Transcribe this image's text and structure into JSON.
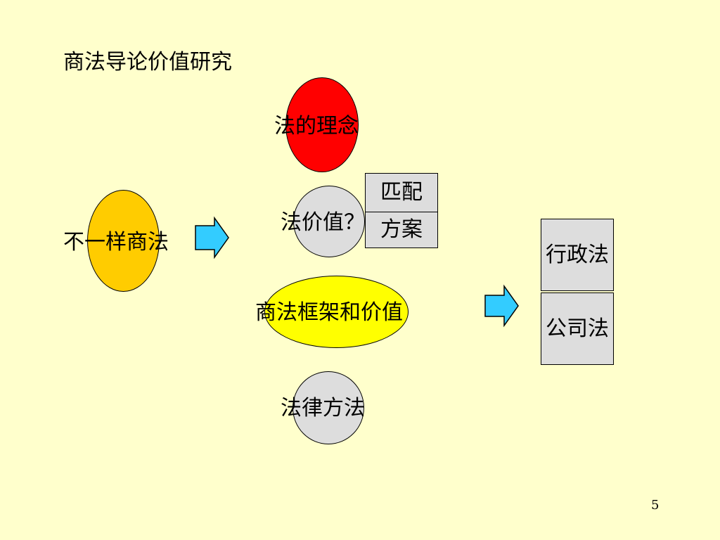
{
  "title": "商法导论价值研究",
  "left_topic": {
    "label": "不一样商法",
    "fill": "#ffcc00"
  },
  "ideas": [
    {
      "id": "concept",
      "label": "法的理念",
      "fill": "#ff0000"
    },
    {
      "id": "value",
      "label": "法价值？",
      "fill": "#dddddd"
    },
    {
      "id": "framework",
      "label": "商法框架和价值",
      "fill": "#ffff00"
    },
    {
      "id": "method",
      "label": "法律方法",
      "fill": "#dddddd"
    }
  ],
  "value_boxes": [
    "匹配",
    "方案"
  ],
  "law_boxes": [
    "行政法",
    "公司法"
  ],
  "arrow_icon": {
    "name": "right-arrow-icon",
    "fill": "#33ccff"
  },
  "page_number": "5"
}
